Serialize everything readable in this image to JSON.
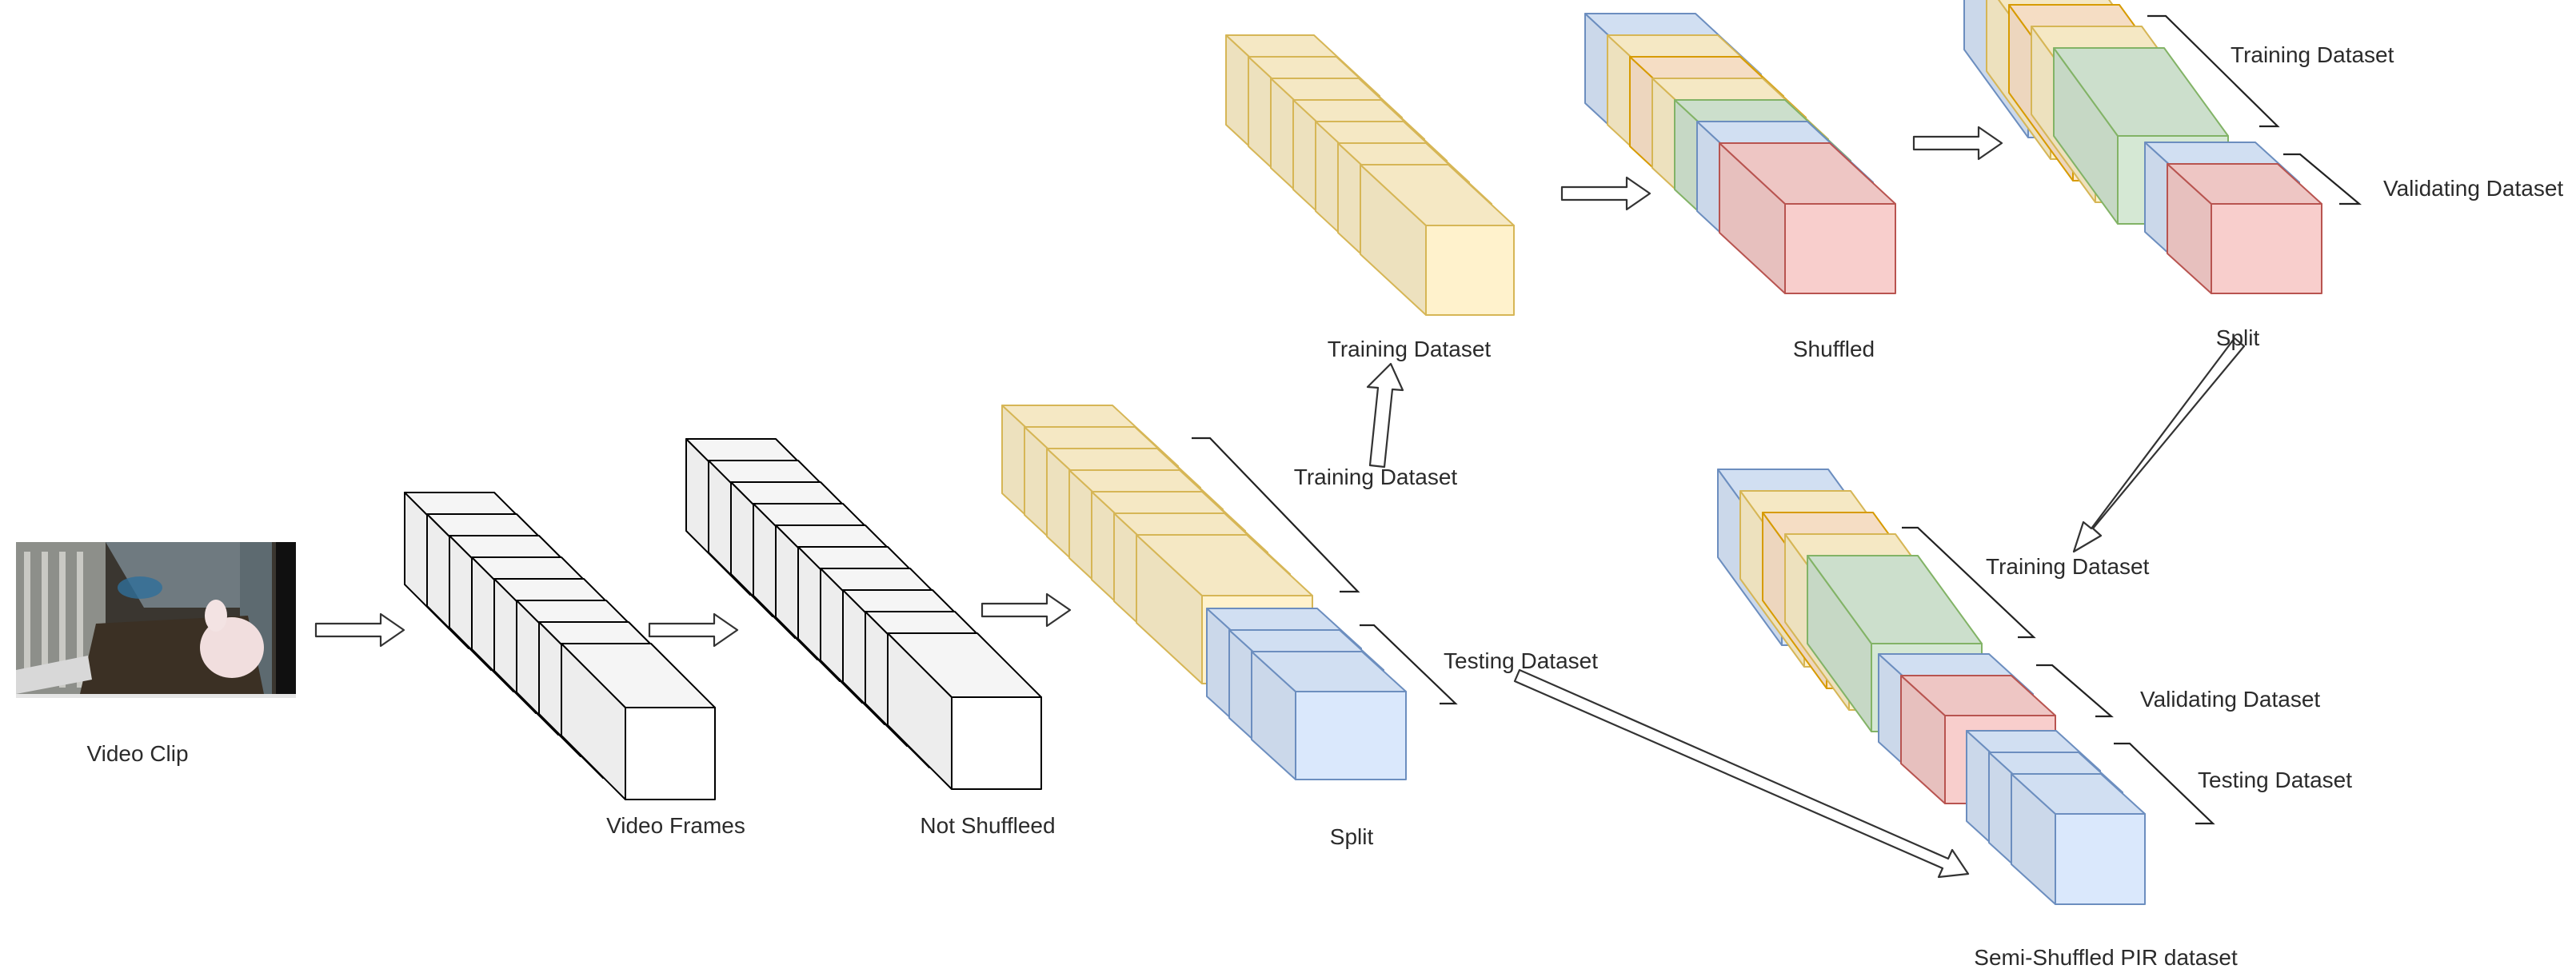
{
  "labels": {
    "video_clip": "Video Clip",
    "video_frames": "Video Frames",
    "not_shuffled": "Not Shuffleed",
    "split_1": "Split",
    "training_dataset_1": "Training Dataset",
    "testing_dataset_1": "Testing Dataset",
    "training_dataset_top": "Training Dataset",
    "shuffled": "Shuffled",
    "split_2": "Split",
    "training_dataset_2": "Training Dataset",
    "validating_dataset_2": "Validating Dataset",
    "training_dataset_3": "Training Dataset",
    "validating_dataset_3": "Validating Dataset",
    "testing_dataset_3": "Testing Dataset",
    "semi_shuffled": "Semi-Shuffled PIR dataset"
  },
  "colors": {
    "white_fill": "#ffffff",
    "white_stroke": "#000000",
    "yellow_fill": "#fff2cc",
    "yellow_stroke": "#d6b656",
    "blue_fill": "#dae8fc",
    "blue_stroke": "#6c8ebf",
    "orange_fill": "#ffe6cc",
    "orange_stroke": "#d79b00",
    "green_fill": "#d5e8d4",
    "green_stroke": "#82b366",
    "red_fill": "#f8cecc",
    "red_stroke": "#b85450"
  }
}
